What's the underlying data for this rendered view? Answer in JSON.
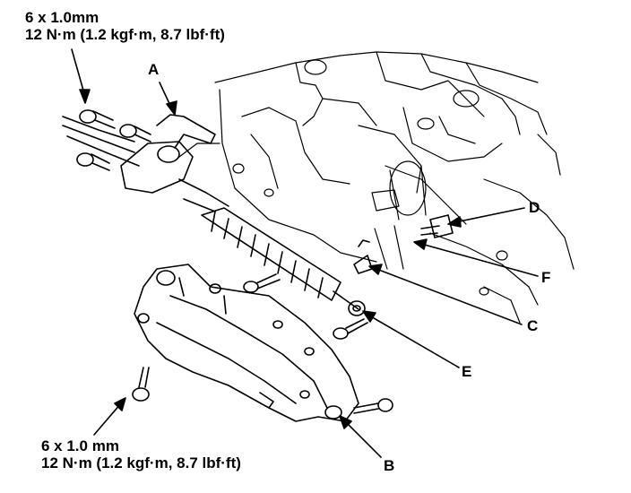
{
  "spec_top": {
    "size": "6 x 1.0mm",
    "torque": "12 N·m (1.2 kgf·m, 8.7 lbf·ft)"
  },
  "spec_bottom": {
    "size": "6 x 1.0 mm",
    "torque": "12 N·m (1.2 kgf·m, 8.7 lbf·ft)"
  },
  "callouts": {
    "a": "A",
    "b": "B",
    "c": "C",
    "d": "D",
    "e": "E",
    "f": "F"
  }
}
